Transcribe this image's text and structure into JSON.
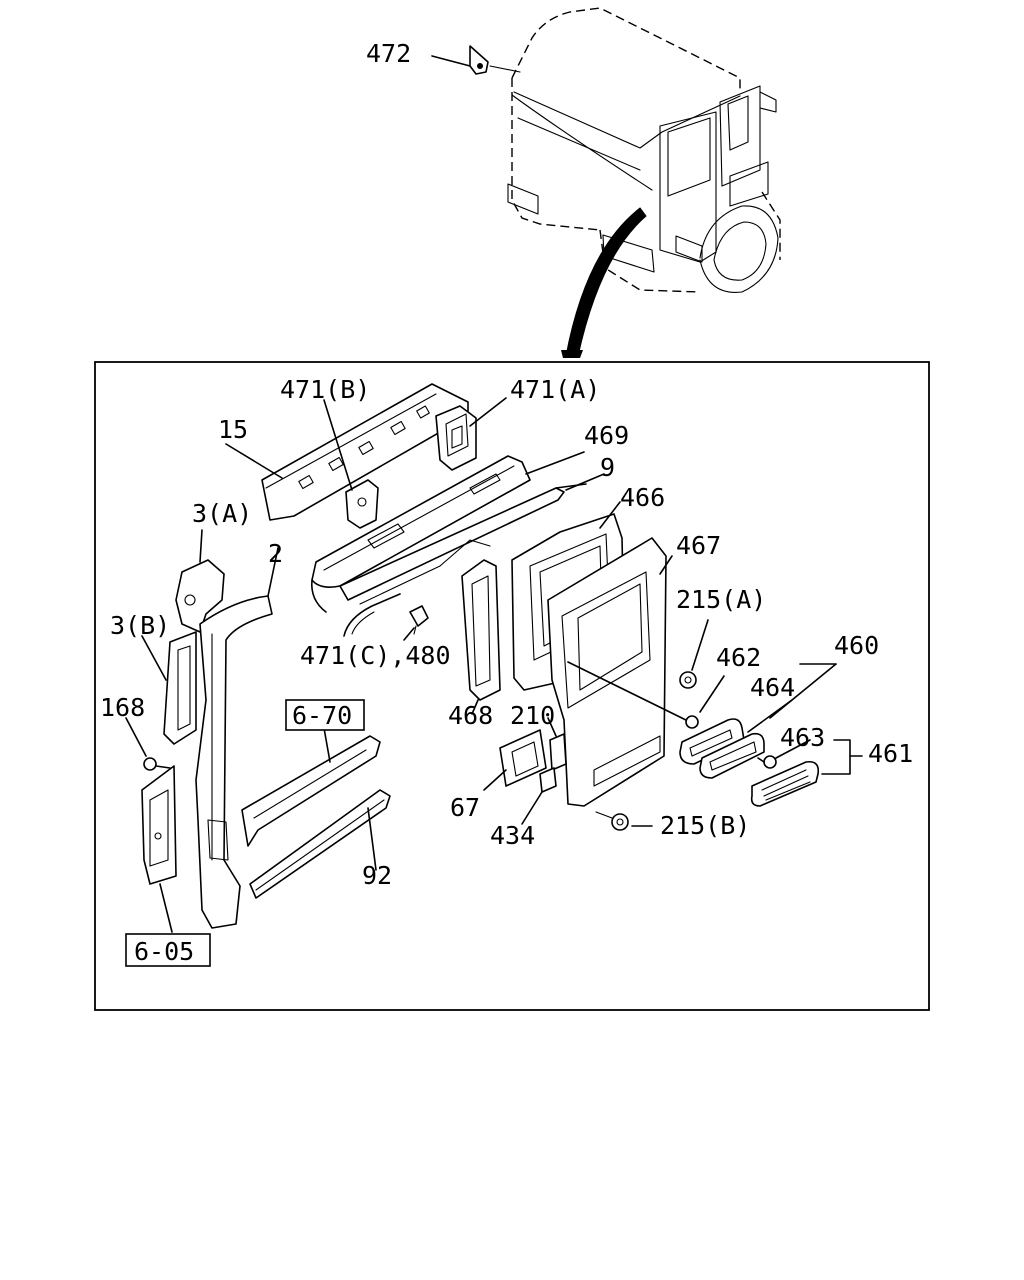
{
  "labels": {
    "l472": "472",
    "l471b": "471(B)",
    "l471a": "471(A)",
    "l15": "15",
    "l469": "469",
    "l9": "9",
    "l466": "466",
    "l467": "467",
    "l3a": "3(A)",
    "l2": "2",
    "l3b": "3(B)",
    "l471c": "471(C),480",
    "l215a": "215(A)",
    "l462": "462",
    "l460": "460",
    "l464": "464",
    "l168": "168",
    "l670": "6-70",
    "l468": "468",
    "l210": "210",
    "l463": "463",
    "l461": "461",
    "l67": "67",
    "l434": "434",
    "l215b": "215(B)",
    "l92": "92",
    "l605": "6-05"
  }
}
